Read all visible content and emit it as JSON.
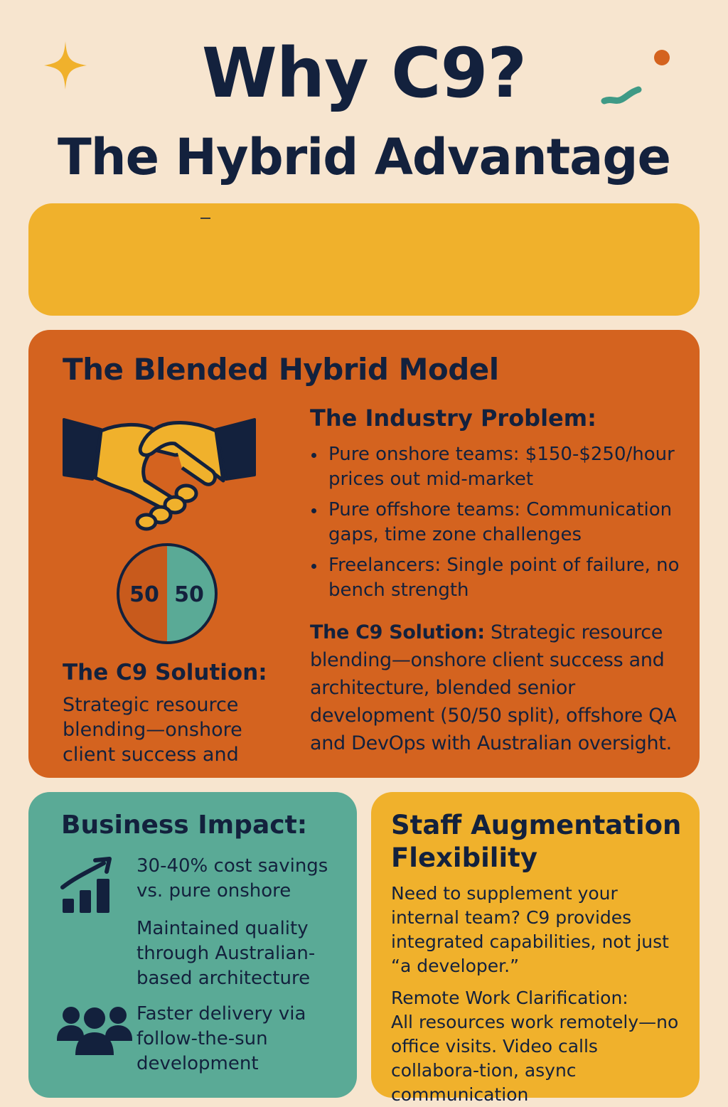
{
  "header": {
    "title_line1": "Why C9?",
    "title_line2": "The Hybrid Advantage"
  },
  "decorations": {
    "sparkle_color": "#f0b12c",
    "dot_color": "#d4631f",
    "squiggle_color": "#3f9a86"
  },
  "banner": {
    "color": "#f0b12c"
  },
  "blended_model": {
    "title": "The Blended Hybrid Model",
    "icon": "handshake-icon",
    "split_left": "50",
    "split_right": "50",
    "problem": {
      "title": "The Industry Problem:",
      "items": [
        "Pure onshore teams: $150-$250/hour prices out mid-market",
        "Pure offshore teams: Communication gaps, time zone challenges",
        "Freelancers: Single point of failure, no bench strength"
      ]
    },
    "solution_right": {
      "label": "The C9 Solution:",
      "text": " Strategic resource blending—onshore client success and architecture, blended senior development (50/50 split), offshore QA and DevOps with Australian oversight."
    },
    "solution_left": {
      "title": "The C9 Solution:",
      "text": "Strategic resource blending—onshore client success and"
    }
  },
  "business_impact": {
    "title": "Business Impact:",
    "items": [
      "30-40% cost savings vs. pure onshore",
      "Maintained quality through Australian-based architecture",
      "Faster delivery via follow-the-sun development"
    ],
    "icons": [
      "growth-chart-icon",
      "team-icon"
    ]
  },
  "staff_augmentation": {
    "title": "Staff Augmentation Flexibility",
    "paragraph1": "Need to supplement your internal team? C9 provides integrated capabilities, not just “a developer.”",
    "paragraph2_title": "Remote Work Clarification:",
    "paragraph2": "All resources work remotely—no office visits. Video calls collabora-tion, async communication"
  },
  "colors": {
    "background": "#f7e5cf",
    "navy": "#13213d",
    "orange": "#d4631f",
    "teal": "#5aaa96",
    "yellow": "#f0b12c"
  }
}
